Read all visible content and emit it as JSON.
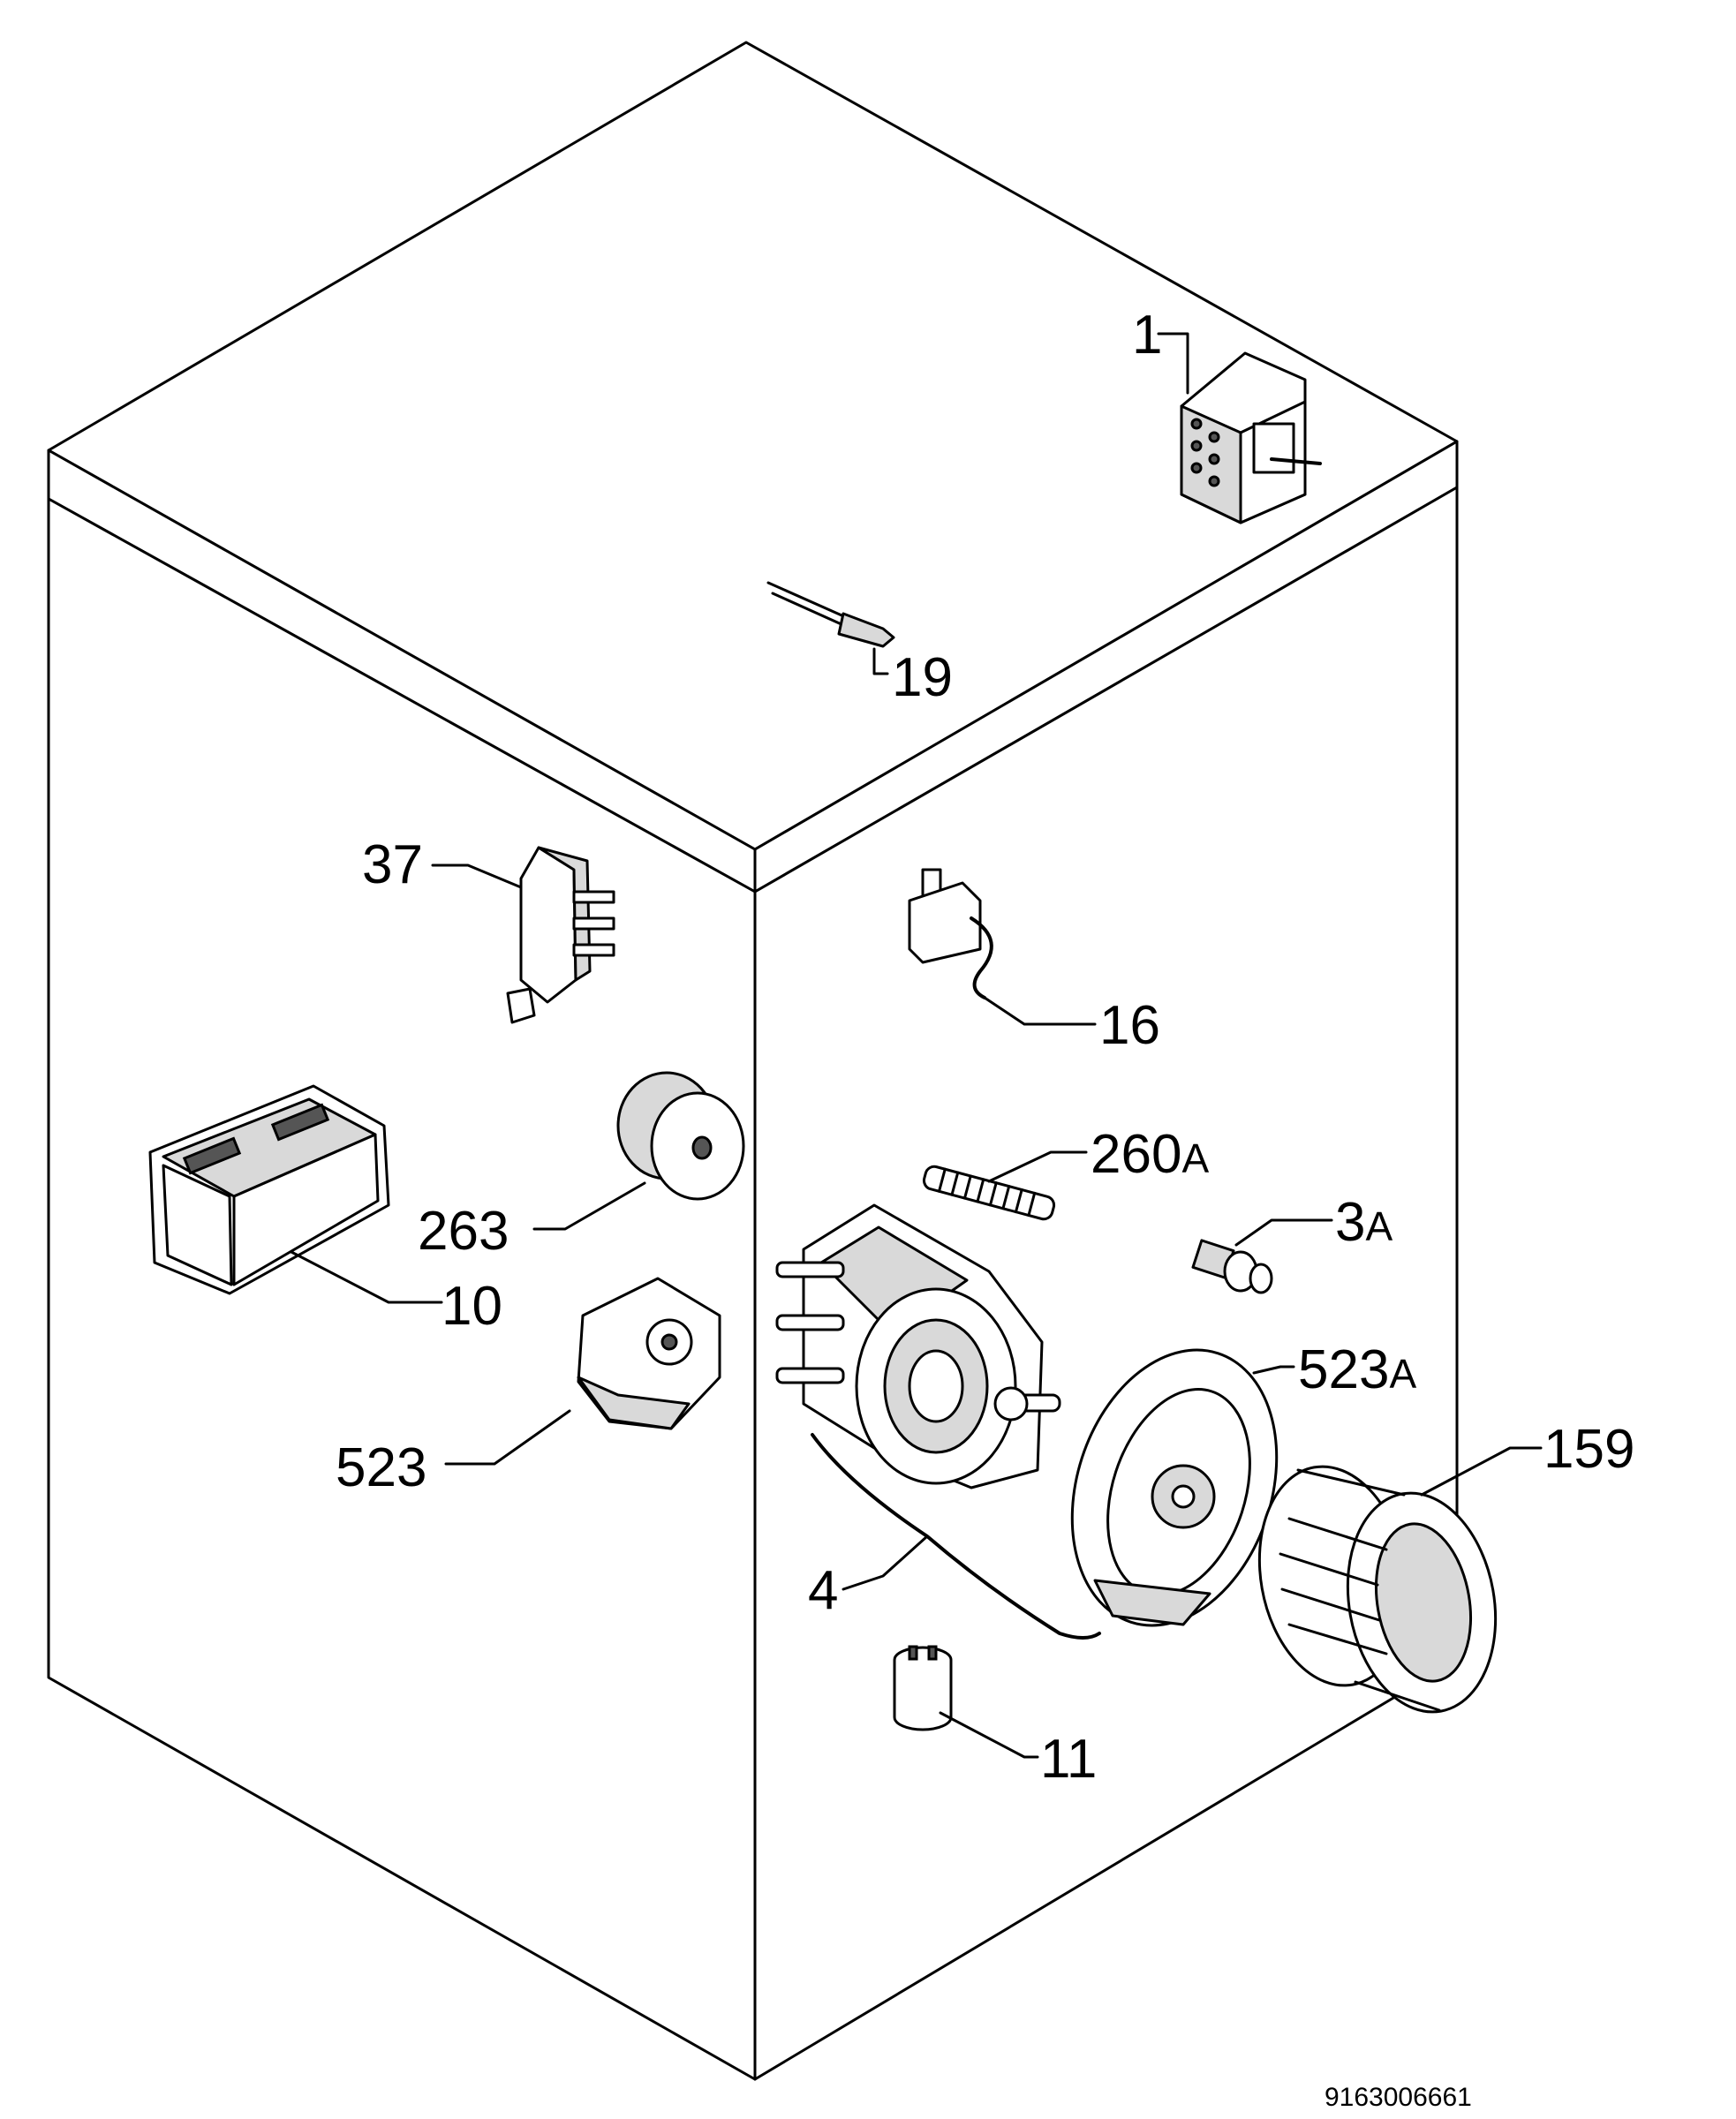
{
  "drawing_number": "9163006661",
  "callouts": {
    "c1": "1",
    "c19": "19",
    "c37": "37",
    "c16": "16",
    "c10": "10",
    "c263": "263",
    "c260": "260",
    "c260_suffix": "A",
    "c3": "3",
    "c3_suffix": "A",
    "c523": "523",
    "c523a": "523",
    "c523a_suffix": "A",
    "c159": "159",
    "c4": "4",
    "c11": "11"
  }
}
